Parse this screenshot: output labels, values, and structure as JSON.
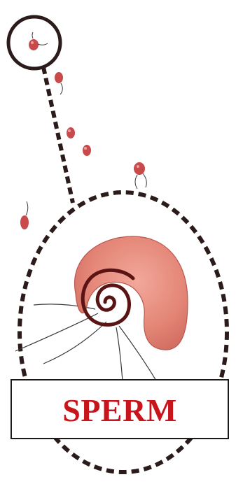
{
  "label": {
    "text": "SPERM",
    "color": "#c8151b"
  },
  "illustration": {
    "subject": "sperm-cell",
    "style": "dotted-magnification-callout",
    "colors": {
      "outline": "#2b1b1b",
      "head_fill": "#e88a7e",
      "head_spiral": "#5a1414",
      "tail": "#3a3a3a",
      "small_cell": "#c94a4a"
    }
  }
}
